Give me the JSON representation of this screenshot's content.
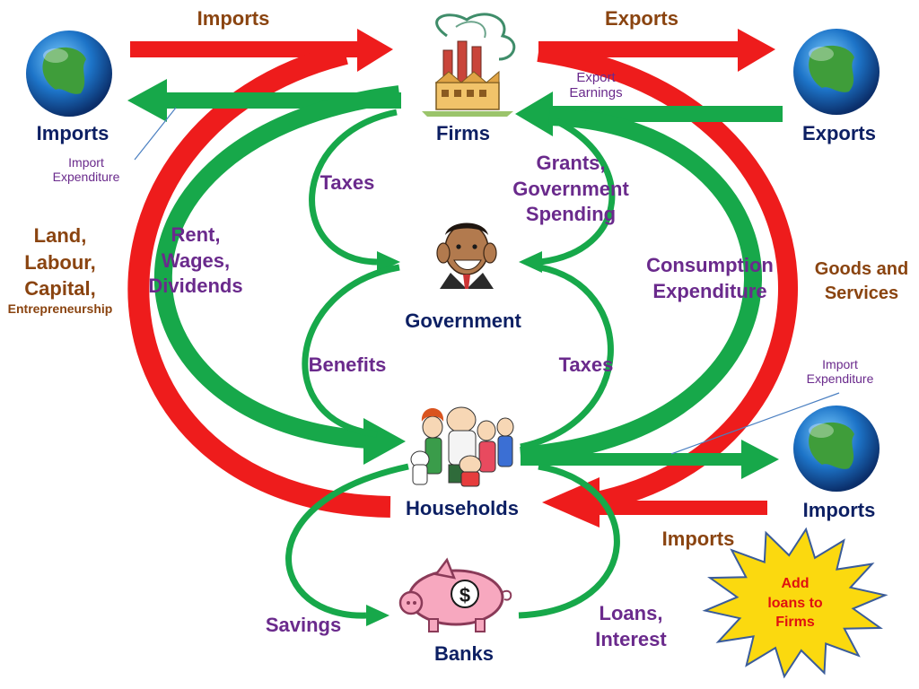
{
  "colors": {
    "red": "#ee1c1c",
    "green": "#17a84a",
    "navy": "#0c1f63",
    "brown": "#8a4410",
    "purple": "#6a2a8c",
    "burst_fill": "#fbd90f",
    "burst_stroke": "#3a5c9a"
  },
  "icons": {
    "globe": "earth-globe-icon",
    "firms": "factory-icon",
    "government": "politician-icon",
    "households": "family-icon",
    "banks": "piggy-bank-icon"
  },
  "nodes": {
    "firms": "Firms",
    "government": "Government",
    "households": "Households",
    "banks": "Banks",
    "imports_top_left": "Imports",
    "exports_top_right": "Exports",
    "imports_bottom_right": "Imports",
    "bank_sign": "$"
  },
  "flows": {
    "imports_top": "Imports",
    "exports_top": "Exports",
    "export_earnings": [
      "Export",
      "Earnings"
    ],
    "import_expenditure_left": [
      "Import",
      "Expenditure"
    ],
    "import_expenditure_right": [
      "Import",
      "Expenditure"
    ],
    "factors": [
      "Land,",
      "Labour,",
      "Capital,"
    ],
    "factors_small": "Entrepreneurship",
    "rent_wages_dividends": [
      "Rent,",
      "Wages,",
      "Dividends"
    ],
    "taxes_firms": "Taxes",
    "taxes_households": "Taxes",
    "grants": [
      "Grants,",
      "Government",
      "Spending"
    ],
    "consumption": [
      "Consumption",
      "Expenditure"
    ],
    "goods_services": [
      "Goods and",
      "Services"
    ],
    "benefits": "Benefits",
    "savings": "Savings",
    "loans_interest": [
      "Loans,",
      "Interest"
    ],
    "imports_bottom": "Imports"
  },
  "callout": [
    "Add",
    "loans to",
    "Firms"
  ]
}
